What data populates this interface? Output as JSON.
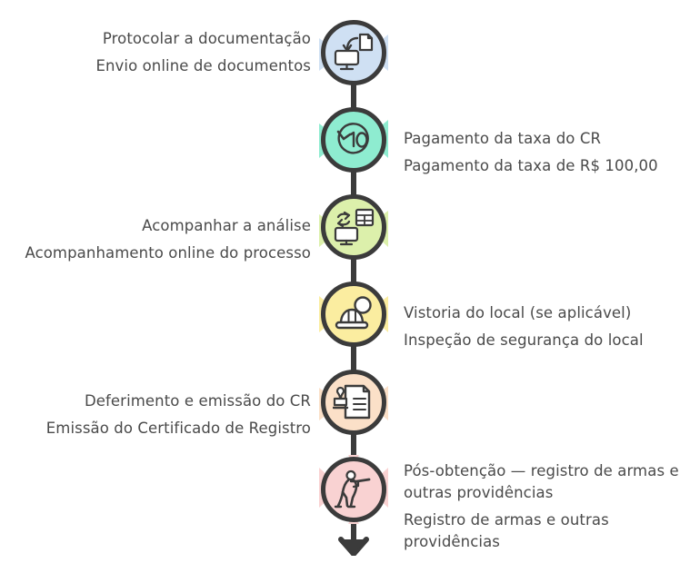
{
  "diagram": {
    "type": "vertical-process-timeline",
    "title_text": "",
    "line_color": "#3b3b3b",
    "text_color": "#4a4a4a",
    "background": "#ffffff",
    "end_marker": "down-arrow"
  },
  "steps": [
    {
      "index": 1,
      "side": "left",
      "title": "Protocolar a documentação",
      "subtitle": "Envio online de documentos",
      "icon": "monitor-document-upload-icon",
      "circle_color": "#cfe0f3"
    },
    {
      "index": 2,
      "side": "right",
      "title": "Pagamento da taxa do CR",
      "subtitle": "Pagamento da taxa de R$ 100,00",
      "icon": "rewind-10-circular-arrow-icon",
      "circle_color": "#8eecd0"
    },
    {
      "index": 3,
      "side": "left",
      "title": "Acompanhar a análise",
      "subtitle": "Acompanhamento online do processo",
      "icon": "monitor-spreadsheet-sync-icon",
      "circle_color": "#dcf0ab"
    },
    {
      "index": 4,
      "side": "right",
      "title": "Vistoria do local (se aplicável)",
      "subtitle": "Inspeção de segurança do local",
      "icon": "hardhat-magnifier-icon",
      "circle_color": "#fbeda0"
    },
    {
      "index": 5,
      "side": "left",
      "title": "Deferimento e emissão do CR",
      "subtitle": "Emissão do Certificado de Registro",
      "icon": "stamped-document-icon",
      "circle_color": "#fbe0c8"
    },
    {
      "index": 6,
      "side": "right",
      "title": "Pós-obtenção — registro de armas e outras providências",
      "subtitle": "Registro de armas e outras providências",
      "icon": "shooter-with-rifle-icon",
      "circle_color": "#f9d2d2"
    }
  ]
}
